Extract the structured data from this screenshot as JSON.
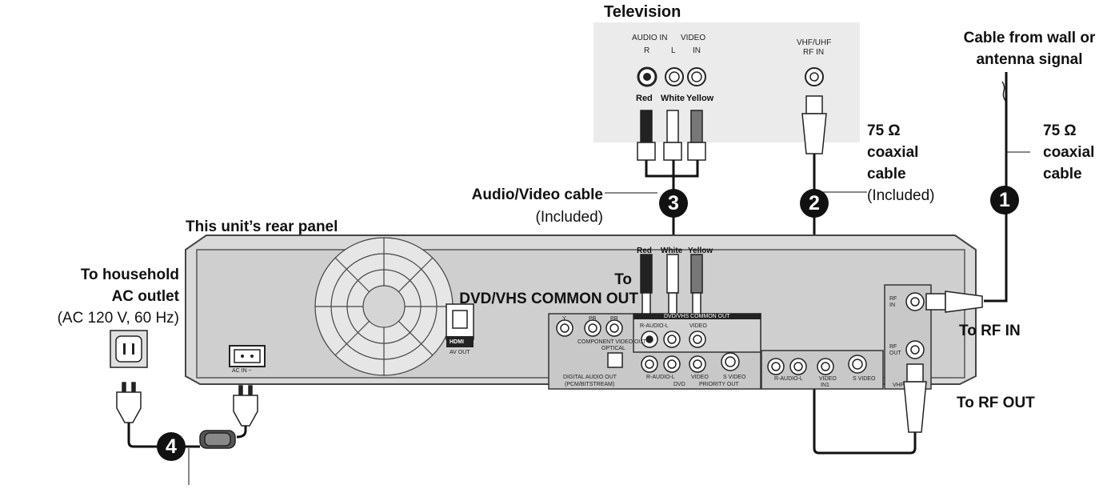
{
  "television": {
    "title": "Television",
    "audio_in": "AUDIO IN",
    "video": "VIDEO",
    "r": "R",
    "l": "L",
    "in": "IN",
    "rf_in_1": "VHF/UHF",
    "rf_in_2": "RF IN",
    "jack_colors": [
      "Red",
      "White",
      "Yellow"
    ]
  },
  "labels": {
    "cable_from_wall_1": "Cable from wall or",
    "cable_from_wall_2": "antenna signal",
    "coax_left_1": "75 Ω",
    "coax_left_2": "coaxial",
    "coax_left_3": "cable",
    "coax_left_4": "(Included)",
    "coax_right_1": "75 Ω",
    "coax_right_2": "coaxial",
    "coax_right_3": "cable",
    "av_cable": "Audio/Video cable",
    "av_included": "(Included)",
    "rear_panel": "This unit’s rear panel",
    "to_household_1": "To household",
    "to_household_2": "AC outlet",
    "to_household_3": "(AC 120 V, 60 Hz)",
    "to_1": "To",
    "dvd_vhs_common_out": "DVD/VHS COMMON OUT",
    "to_rf_in": "To RF IN",
    "to_rf_out": "To RF OUT"
  },
  "badges": [
    "1",
    "2",
    "3",
    "4"
  ],
  "unit_panel": {
    "hdmi": "HDMI",
    "av_out": "AV OUT",
    "ac_in": "AC IN ~",
    "component_y": "Y",
    "component_pb": "PB",
    "component_pr": "PR",
    "component_video_out": "COMPONENT VIDEO OUT",
    "common_out": "DVD/VHS COMMON OUT",
    "r_audio_l": "R-AUDIO-L",
    "video": "VIDEO",
    "optical": "OPTICAL",
    "digital_audio_out": "DIGITAL AUDIO OUT",
    "pcm_bitstream": "(PCM/BITSTREAM)",
    "dvd": "DVD",
    "priority_out": "PRIORITY OUT",
    "s_video": "S VIDEO",
    "in1": "IN1",
    "rf_in": "RF IN",
    "rf_out": "RF OUT",
    "vhf": "VHF"
  },
  "colors": {
    "tv_panel": "#ebebeb",
    "unit_body": "#d9d9d9",
    "unit_face": "#c9c9c9",
    "cable": "#111111"
  }
}
